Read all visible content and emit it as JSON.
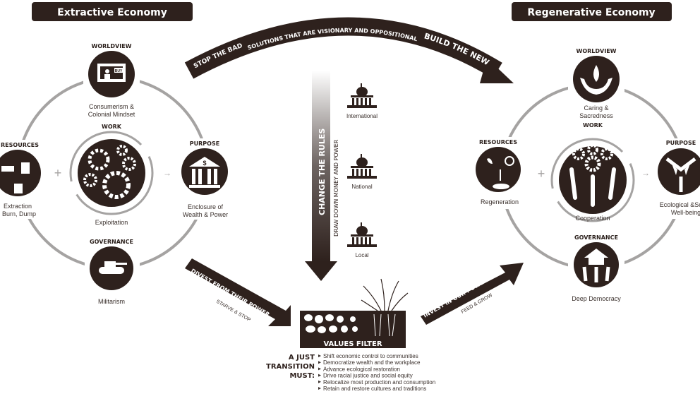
{
  "colors": {
    "dark": "#2e211d",
    "ring": "#a5a3a2",
    "text": "#3a302c"
  },
  "left": {
    "title": "Extractive Economy",
    "worldview": {
      "heading": "WORLDVIEW",
      "label1": "Consumerism &",
      "label2": "Colonial Mindset",
      "icon": "tv-buy-icon",
      "icon_text": "BUY"
    },
    "work": {
      "heading": "WORK",
      "label": "Exploitation",
      "icon": "gears-runner-icon"
    },
    "resources": {
      "heading": "RESOURCES",
      "label1": "Extraction",
      "label2": "g, Burn, Dump",
      "icon": "factory-trash-icon"
    },
    "purpose": {
      "heading": "PURPOSE",
      "label1": "Enclosure of",
      "label2": "Wealth & Power",
      "icon": "bank-dollar-icon"
    },
    "governance": {
      "heading": "GOVERNANCE",
      "label": "Militarism",
      "icon": "tank-icon"
    }
  },
  "right": {
    "title": "Regenerative Economy",
    "worldview": {
      "heading": "WORLDVIEW",
      "label1": "Caring &",
      "label2": "Sacredness",
      "icon": "hands-water-drop-icon"
    },
    "work": {
      "heading": "WORK",
      "label": "Cooperation",
      "icon": "people-gears-icon"
    },
    "resources": {
      "heading": "RESOURCES",
      "label": "Regeneration",
      "icon": "sprout-sun-shovel-icon"
    },
    "purpose": {
      "heading": "PURPOSE",
      "label1": "Ecological &So",
      "label2": "Well-being",
      "icon": "people-butterfly-icon"
    },
    "governance": {
      "heading": "GOVERNANCE",
      "label": "Deep Democracy",
      "icon": "people-house-icon"
    }
  },
  "top_arrow": {
    "left": "STOP THE BAD",
    "middle": "SOLUTIONS THAT ARE VISIONARY AND OPPOSITIONAL",
    "right": "BUILD THE NEW"
  },
  "center_arrow": {
    "main": "CHANGE THE RULES",
    "sub": "DRAW DOWN MONEY AND POWER"
  },
  "levels": [
    "International",
    "National",
    "Local"
  ],
  "divest": {
    "main": "DIVEST FROM THEIR POWER",
    "sub": "STARVE & STOP"
  },
  "invest": {
    "main": "INVEST IN OUR POWER",
    "sub": "FEED & GROW"
  },
  "filter": {
    "label": "VALUES FILTER"
  },
  "transition": {
    "heading1": "A JUST",
    "heading2": "TRANSITION",
    "heading3": "MUST:",
    "items": [
      "Shift economic control to communities",
      "Democratize wealth and the workplace",
      "Advance ecological restoration",
      "Drive racial justice and social equity",
      "Relocalize most production and consumption",
      "Retain and restore cultures and traditions"
    ]
  },
  "operators": {
    "plus": "+",
    "arrow": "→"
  }
}
